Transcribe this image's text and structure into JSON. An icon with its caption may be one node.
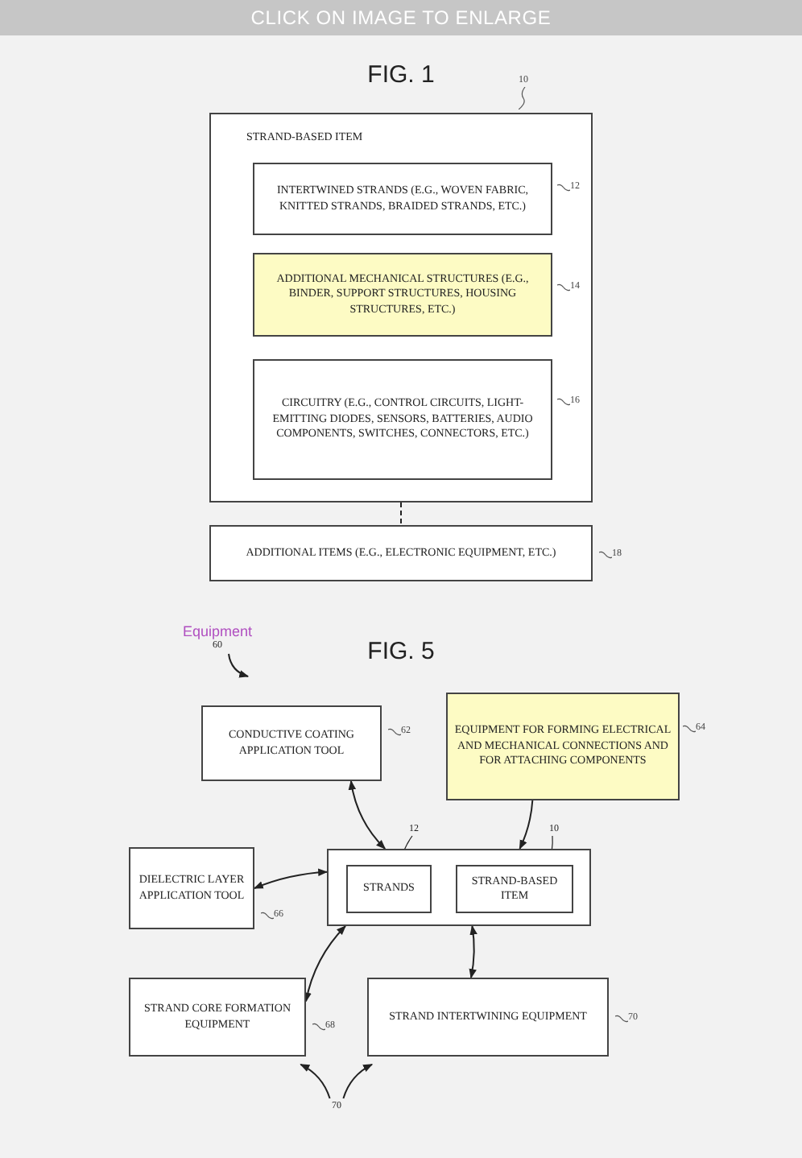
{
  "diagram": {
    "nodes": [
      {
        "text": [
          "STRAND-BASED ITEM"
        ],
        "beside": [
          "10"
        ]
      },
      {
        "text": [
          "INTERTWINED STRANDS (E.G., WOVEN FABRIC, KNITTED STRANDS, BRAIDED STRANDS, ETC.)"
        ],
        "in": 0,
        "beside": [
          "12"
        ]
      },
      {
        "text": [
          "ADDITIONAL MECHANICAL STRUCTURES (E.G., BINDER, SUPPORT STRUCTURES, HOUSING STRUCTURES, ETC.)"
        ],
        "in": 0,
        "beside": [
          "14"
        ]
      },
      {
        "text": [
          "CIRCUITRY (E.G., CONTROL CIRCUITS, LIGHT-EMITTING DIODES, SENSORS, BATTERIES, AUDIO COMPONENTS, SWITCHES, CONNECTORS, ETC.)"
        ],
        "in": 0,
        "beside": [
          "16"
        ]
      },
      {
        "text": [
          "ADDITIONAL ITEMS (E.G., ELECTRONIC EQUIPMENT, ETC.)"
        ],
        "beside": [
          "18"
        ]
      },
      {
        "text": [
          "CONDUCTIVE COATING APPLICATION TOOL"
        ],
        "beside": [
          "62"
        ]
      },
      {
        "text": [
          "EQUIPMENT FOR FORMING ELECTRICAL AND MECHANICAL CONNECTIONS AND FOR ATTACHING COMPONENTS"
        ],
        "beside": [
          "64"
        ]
      },
      {
        "text": [],
        "shape": "box"
      },
      {
        "text": [
          "STRANDS"
        ],
        "in": 7
      },
      {
        "text": [
          "STRAND-BASED ITEM"
        ],
        "in": 7
      },
      {
        "text": [
          "DIELECTRIC LAYER APPLICATION TOOL"
        ],
        "beside": [
          "66"
        ]
      },
      {
        "text": [
          "STRAND CORE FORMATION EQUIPMENT"
        ],
        "beside": [
          "68"
        ]
      },
      {
        "text": [
          "STRAND INTERTWINING EQUIPMENT"
        ],
        "beside": [
          "70"
        ]
      },
      {
        "text": [
          "Equipment",
          "60"
        ]
      },
      {
        "text": [
          "70"
        ]
      },
      {
        "text": [
          "12"
        ]
      },
      {
        "text": [
          "10"
        ]
      }
    ],
    "edges": [
      {
        "from": 0,
        "to": 4,
        "arrow": "none",
        "style": "dashed"
      },
      {
        "from": 5,
        "to": 7,
        "arrow": "both"
      },
      {
        "from": 6,
        "to": 7,
        "arrow": "to"
      },
      {
        "from": 10,
        "to": 7,
        "arrow": "both"
      },
      {
        "from": 7,
        "to": 11,
        "arrow": "both"
      },
      {
        "from": 7,
        "to": 12,
        "arrow": "both"
      },
      {
        "from": 13,
        "to": null,
        "arrow": "to"
      },
      {
        "from": 14,
        "to": 11,
        "arrow": "to"
      },
      {
        "from": 14,
        "to": 12,
        "arrow": "to"
      },
      {
        "from": 15,
        "to": 8,
        "arrow": "none"
      },
      {
        "from": 16,
        "to": 9,
        "arrow": "none"
      }
    ],
    "labels": [
      "CLICK ON IMAGE TO ENLARGE",
      "FIG. 1",
      "FIG. 5"
    ]
  }
}
